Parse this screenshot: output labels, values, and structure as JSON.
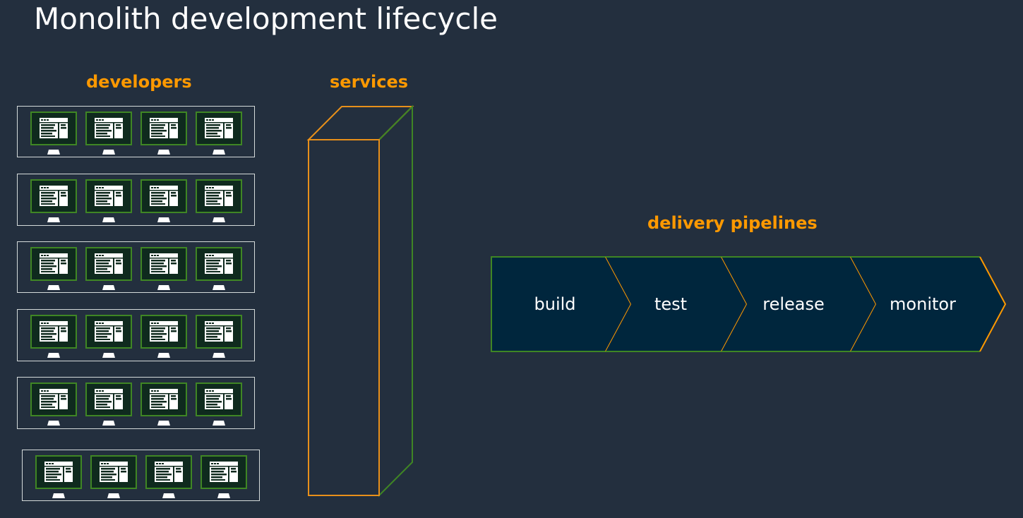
{
  "title": "Monolith development lifecycle",
  "labels": {
    "developers": "developers",
    "services": "services",
    "pipelines": "delivery pipelines"
  },
  "developer_groups": {
    "rows": 6,
    "workstations_per_row": 4
  },
  "pipeline": {
    "stages": [
      {
        "label": "build"
      },
      {
        "label": "test"
      },
      {
        "label": "release"
      },
      {
        "label": "monitor"
      }
    ]
  },
  "colors": {
    "background": "#232f3e",
    "accent_orange": "#ff9900",
    "accent_green": "#3f8624",
    "stage_fill": "#00263d",
    "text": "#ffffff",
    "row_border": "#d5dbdb"
  },
  "icons": {
    "workstation": "developer-workstation-icon",
    "service": "monolith-service-block",
    "stage": "pipeline-chevron"
  }
}
